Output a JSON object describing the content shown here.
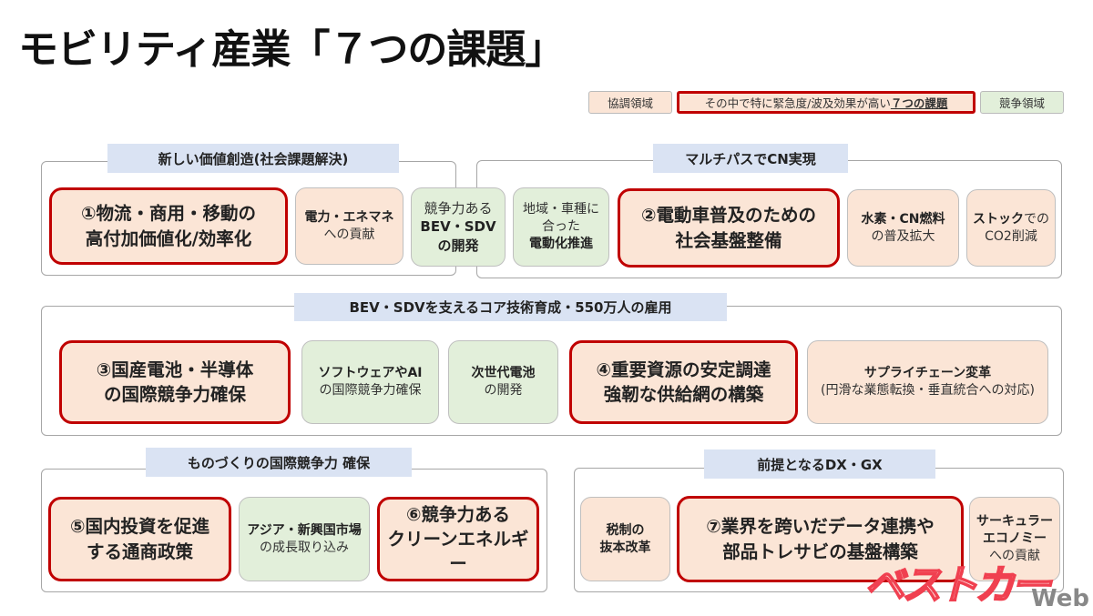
{
  "title": "モビリティ産業「７つの課題」",
  "legend": {
    "cooperative": "協調領域",
    "priority_prefix": "その中で特に緊急度/波及効果が高い",
    "priority_emph": "７つの課題",
    "competitive": "競争領域"
  },
  "sections": {
    "s1": "新しい価値創造(社会課題解決)",
    "s2": "マルチパスでCN実現",
    "s3": "BEV・SDVを支えるコア技術育成・550万人の雇用",
    "s4": "ものづくりの国際競争力 確保",
    "s5": "前提となるDX・GX"
  },
  "boxes": {
    "b1": [
      "①物流・商用・移動の",
      "高付加価値化/効率化"
    ],
    "energy": [
      "電力・エネマネ",
      "への貢献"
    ],
    "bev": [
      "競争力ある",
      "BEV・SDV",
      "の開発"
    ],
    "region": [
      "地域・車種に",
      "合った",
      "電動化推進"
    ],
    "b2": [
      "②電動車普及のための",
      "社会基盤整備"
    ],
    "hydrogen": [
      "水素・CN燃料",
      "の普及拡大"
    ],
    "stock": [
      "ストック",
      "での",
      "CO2削減"
    ],
    "b3": [
      "③国産電池・半導体",
      "の国際競争力確保"
    ],
    "software": [
      "ソフトウェアやAI",
      "の国際競争力確保"
    ],
    "battery": [
      "次世代電池",
      "の開発"
    ],
    "b4": [
      "④重要資源の安定調達",
      "強靭な供給網の構築"
    ],
    "supply": [
      "サプライチェーン変革",
      "(円滑な業態転換・垂直統合への対応)"
    ],
    "b5": [
      "⑤国内投資を促進",
      "する通商政策"
    ],
    "asia": [
      "アジア・新興国市場",
      "の成長取り込み"
    ],
    "b6": [
      "⑥競争力ある",
      "クリーンエネルギー"
    ],
    "tax": [
      "税制の",
      "抜本改革"
    ],
    "b7": [
      "⑦業界を跨いだデータ連携や",
      "部品トレサビの基盤構築"
    ],
    "circular": [
      "サーキュラー",
      "エコノミー",
      "への貢献"
    ]
  },
  "watermark": {
    "logo": "ベストカー",
    "suffix": "Web"
  },
  "colors": {
    "accent_red": "#c00000",
    "cooperative": "#fbe5d6",
    "competitive": "#e2efda",
    "section_label": "#dae3f3"
  }
}
